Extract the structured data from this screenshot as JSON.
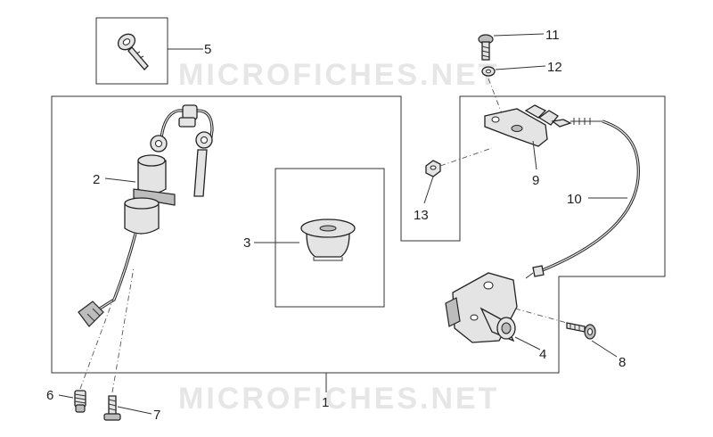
{
  "watermark": {
    "top": "MICROFICHES.NET",
    "bottom": "MICROFICHES.NET"
  },
  "callouts": [
    {
      "id": "1",
      "text": "1"
    },
    {
      "id": "2",
      "text": "2"
    },
    {
      "id": "3",
      "text": "3"
    },
    {
      "id": "4",
      "text": "4"
    },
    {
      "id": "5",
      "text": "5"
    },
    {
      "id": "6",
      "text": "6"
    },
    {
      "id": "7",
      "text": "7"
    },
    {
      "id": "8",
      "text": "8"
    },
    {
      "id": "9",
      "text": "9"
    },
    {
      "id": "10",
      "text": "10"
    },
    {
      "id": "11",
      "text": "11"
    },
    {
      "id": "12",
      "text": "12"
    },
    {
      "id": "13",
      "text": "13"
    }
  ],
  "parts": [
    {
      "ref": "key",
      "icon": "key-icon"
    },
    {
      "ref": "ignition-switch",
      "icon": "ignition-switch-icon"
    },
    {
      "ref": "fuel-cap",
      "icon": "fuel-cap-icon"
    },
    {
      "ref": "seat-lock",
      "icon": "lock-body-icon"
    },
    {
      "ref": "bracket",
      "icon": "bracket-icon"
    },
    {
      "ref": "cable",
      "icon": "cable-icon"
    }
  ],
  "colors": {
    "line": "#222222",
    "fill": "#e4e4e4",
    "watermark": "#e6e6e6"
  }
}
